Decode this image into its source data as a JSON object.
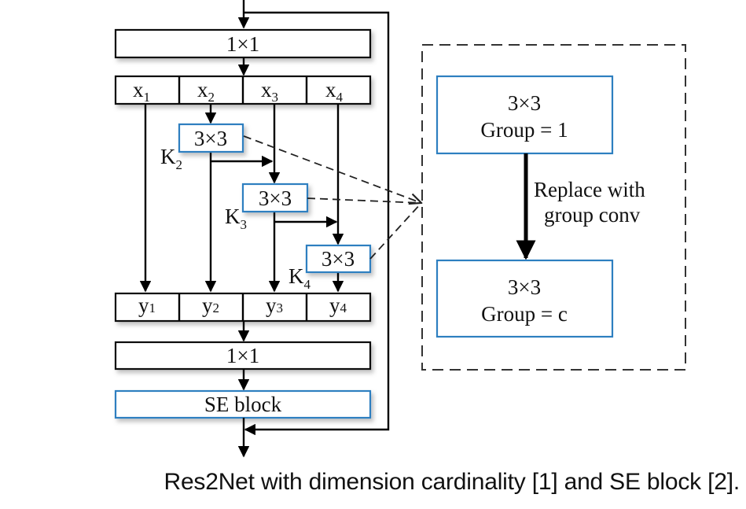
{
  "diagram": {
    "title": "Res2Net block with group convolution and SE block",
    "top_conv": "1×1",
    "splits": [
      {
        "base": "x",
        "sub": "1"
      },
      {
        "base": "x",
        "sub": "2"
      },
      {
        "base": "x",
        "sub": "3"
      },
      {
        "base": "x",
        "sub": "4"
      }
    ],
    "kernels": [
      {
        "label": "3×3",
        "k_base": "K",
        "k_sub": "2"
      },
      {
        "label": "3×3",
        "k_base": "K",
        "k_sub": "3"
      },
      {
        "label": "3×3",
        "k_base": "K",
        "k_sub": "4"
      }
    ],
    "outputs": [
      {
        "base": "y",
        "sub": "1"
      },
      {
        "base": "y",
        "sub": "2"
      },
      {
        "base": "y",
        "sub": "3"
      },
      {
        "base": "y",
        "sub": "4"
      }
    ],
    "bottom_conv": "1×1",
    "se_block": "SE block",
    "inset": {
      "before": {
        "line1": "3×3",
        "line2": "Group = 1"
      },
      "arrow_label_line1": "Replace with",
      "arrow_label_line2": "group conv",
      "after": {
        "line1": "3×3",
        "line2": "Group = c"
      }
    },
    "colors": {
      "accent_blue": "#2d7fc0",
      "line": "#000000"
    }
  },
  "caption": "Res2Net with dimension cardinality [1] and SE block [2]."
}
